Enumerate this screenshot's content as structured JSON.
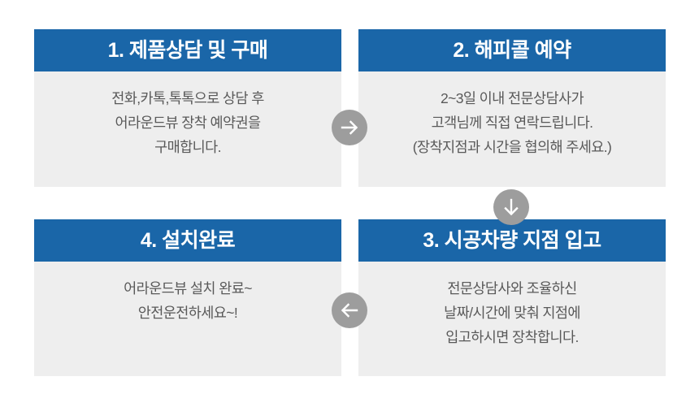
{
  "diagram": {
    "title_text": "",
    "colors": {
      "header_blue": "#1a66a8",
      "body_gray": "#eeeeee",
      "body_text": "#595959",
      "header_text": "#ffffff",
      "arrow_circle": "#9d9d9d",
      "arrow_glyph": "#ffffff",
      "page_background": "#ffffff"
    },
    "steps": [
      {
        "number": "1",
        "header": "1. 제품상담 및 구매",
        "lines": [
          "전화,카톡,톡톡으로 상담 후",
          "어라운드뷰 장착 예약권을",
          "구매합니다."
        ]
      },
      {
        "number": "2",
        "header": "2. 해피콜 예약",
        "lines": [
          "2~3일 이내 전문상담사가",
          "고객님께 직접 연락드립니다.",
          "(장착지점과 시간을 협의해 주세요.)"
        ]
      },
      {
        "number": "4",
        "header": "4. 설치완료",
        "lines": [
          "어라운드뷰 설치 완료~",
          "안전운전하세요~!"
        ]
      },
      {
        "number": "3",
        "header": "3. 시공차량 지점 입고",
        "lines": [
          "전문상담사와 조율하신",
          "날짜/시간에 맞춰 지점에",
          "입고하시면 장착합니다."
        ]
      }
    ],
    "connectors": [
      {
        "icon": "arrow-right-icon",
        "direction": "right",
        "from_step": "1",
        "to_step": "2"
      },
      {
        "icon": "arrow-down-icon",
        "direction": "down",
        "from_step": "2",
        "to_step": "3"
      },
      {
        "icon": "arrow-left-icon",
        "direction": "left",
        "from_step": "3",
        "to_step": "4"
      }
    ]
  }
}
